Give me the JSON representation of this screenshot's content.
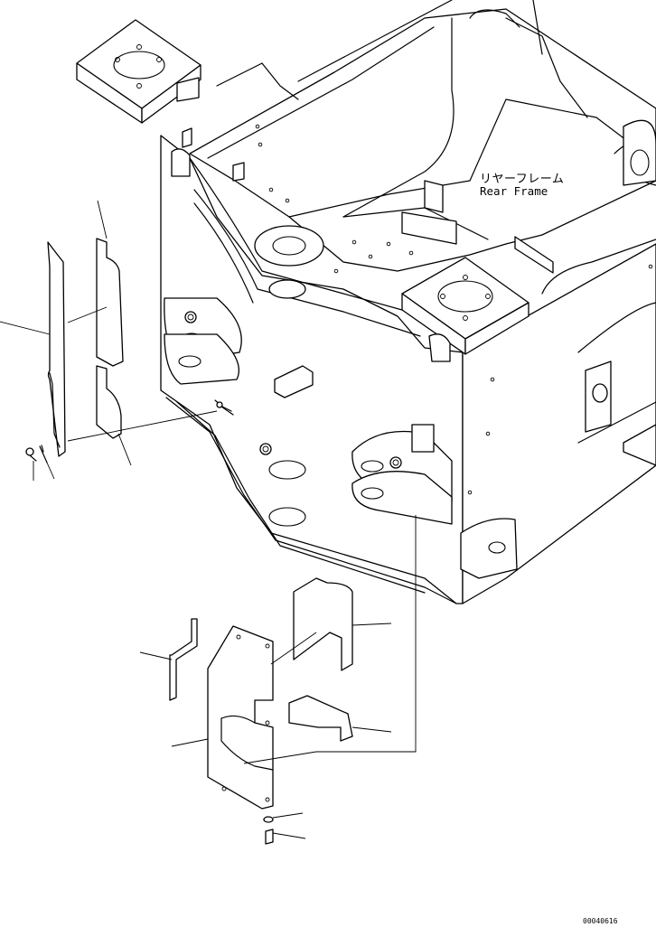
{
  "labels": {
    "component_jp": "リヤーフレーム",
    "component_en": "Rear Frame"
  },
  "footer": {
    "drawing_number": "00040616"
  }
}
